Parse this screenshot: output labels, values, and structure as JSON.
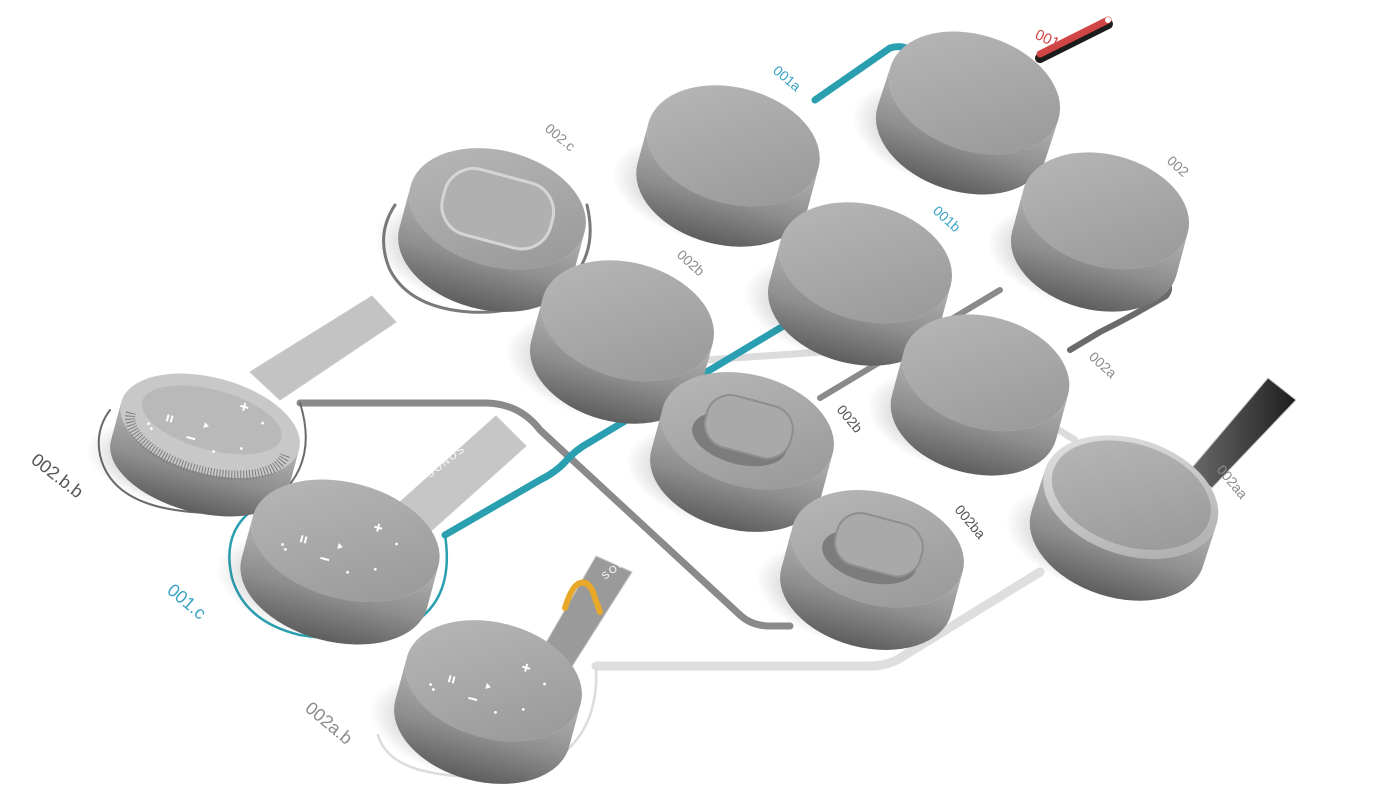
{
  "title": "",
  "colors": {
    "background": "#ffffff",
    "body": "#9a9a9a",
    "top": "#a5a5a5",
    "shadow": "#4a4a4a",
    "teal": "#2a9fb0",
    "red": "#d04545",
    "dark_line": "#555555",
    "mid_line": "#8a8a8a",
    "light_line": "#dcdcdc",
    "label_grey": "#8c8c8c",
    "label_blue": "#3aa3c4",
    "label_dark": "#555555"
  },
  "nodes": [
    {
      "id": "001",
      "label": "001",
      "color_key": "red"
    },
    {
      "id": "001a",
      "label": "001a",
      "color_key": "label_blue"
    },
    {
      "id": "001b",
      "label": "001b",
      "color_key": "label_blue"
    },
    {
      "id": "001c",
      "label": "001.c",
      "color_key": "label_blue"
    },
    {
      "id": "002",
      "label": "002",
      "color_key": "label_grey"
    },
    {
      "id": "002a",
      "label": "002a",
      "color_key": "label_grey"
    },
    {
      "id": "002aa",
      "label": "002aa",
      "color_key": "label_grey"
    },
    {
      "id": "002ab",
      "label": "002a.b",
      "color_key": "label_grey"
    },
    {
      "id": "002b",
      "label": "002b",
      "color_key": "label_grey"
    },
    {
      "id": "002ba",
      "label": "002ba",
      "color_key": "label_dark"
    },
    {
      "id": "002bb",
      "label": "002.b.b",
      "color_key": "label_dark"
    },
    {
      "id": "002c",
      "label": "002.c",
      "color_key": "label_grey"
    },
    {
      "id": "002d",
      "label": "002b",
      "color_key": "label_dark"
    }
  ],
  "brand_text": "SONOS",
  "icons": [
    "play-pause-icon",
    "minus-icon",
    "plus-icon",
    "skip-icon"
  ]
}
